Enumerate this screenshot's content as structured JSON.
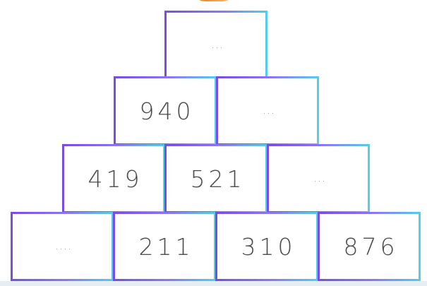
{
  "colors": {
    "brick_border_start": "#7a4be3",
    "brick_border_end": "#4fd0ea",
    "text": "#4a4a4a",
    "decoration": "#e07a1f"
  },
  "pyramid": {
    "rows": [
      [
        "..."
      ],
      [
        "940",
        "..."
      ],
      [
        "419",
        "521",
        "..."
      ],
      [
        "....",
        "211",
        "310",
        "876"
      ]
    ]
  }
}
